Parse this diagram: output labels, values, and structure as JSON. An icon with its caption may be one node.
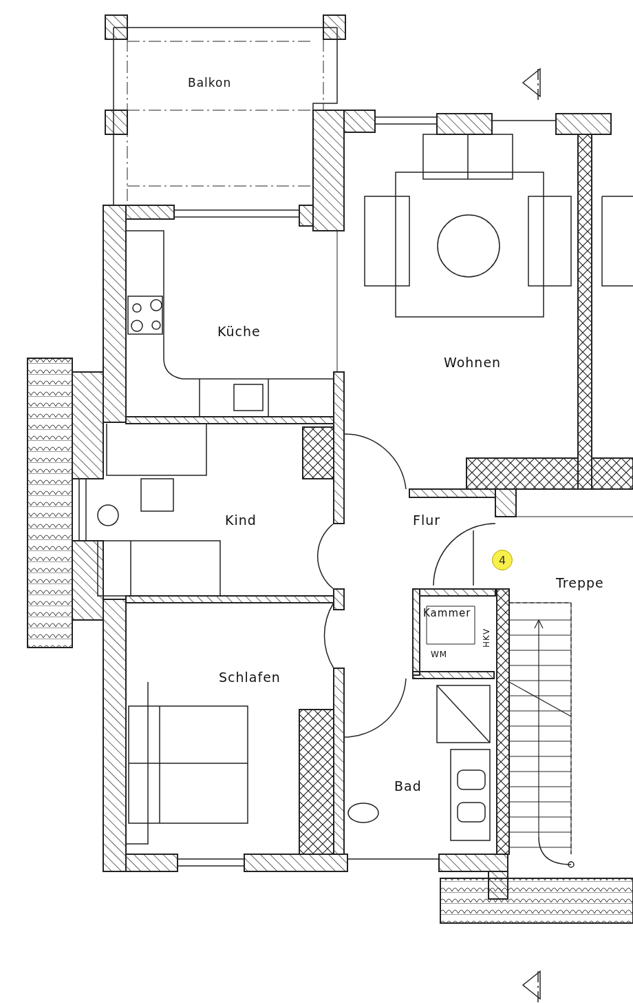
{
  "diagram": {
    "nodes": [
      {
        "text": [
          "4"
        ]
      }
    ],
    "edges": [],
    "labels": [
      "Balkon",
      "Küche",
      "Wohnen",
      "Kind",
      "Flur",
      "Treppe",
      "Kammer",
      "HKV",
      "WM",
      "Schlafen",
      "Bad"
    ]
  }
}
